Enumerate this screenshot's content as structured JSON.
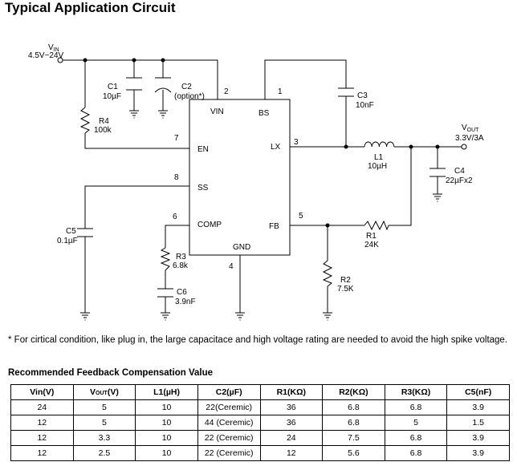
{
  "title": "Typical Application Circuit",
  "schematic": {
    "vin": {
      "label_main": "V",
      "label_sub": "IN",
      "range": "4.5V~24V"
    },
    "vout": {
      "label_main": "V",
      "label_sub": "OUT",
      "value": "3.3V/3A"
    },
    "ic": {
      "pins": {
        "vin": {
          "name": "VIN",
          "num": "2"
        },
        "bs": {
          "name": "BS",
          "num": "1"
        },
        "en": {
          "name": "EN",
          "num": "7"
        },
        "lx": {
          "name": "LX",
          "num": "3"
        },
        "ss": {
          "name": "SS",
          "num": "8"
        },
        "comp": {
          "name": "COMP",
          "num": "6"
        },
        "fb": {
          "name": "FB",
          "num": "5"
        },
        "gnd": {
          "name": "GND",
          "num": "4"
        }
      }
    },
    "c1": {
      "ref": "C1",
      "value": "10µF"
    },
    "c2": {
      "ref": "C2",
      "value": "(option*)"
    },
    "c3": {
      "ref": "C3",
      "value": "10nF"
    },
    "c4": {
      "ref": "C4",
      "value": "22µFx2"
    },
    "c5": {
      "ref": "C5",
      "value": "0.1µF"
    },
    "c6": {
      "ref": "C6",
      "value": "3.9nF"
    },
    "r1": {
      "ref": "R1",
      "value": "24K"
    },
    "r2": {
      "ref": "R2",
      "value": "7.5K"
    },
    "r3": {
      "ref": "R3",
      "value": "6.8k"
    },
    "r4": {
      "ref": "R4",
      "value": "100k"
    },
    "l1": {
      "ref": "L1",
      "value": "10µH"
    }
  },
  "note": "* For cirtical condition, like plug in, the large capacitace and high voltage rating are needed to avoid the high spike voltage.",
  "table": {
    "title": "Recommended Feedback Compensation Value",
    "headers": [
      "Vin(V)",
      "V",
      "L1(µH)",
      "C2(µF)",
      "R1(KΩ)",
      "R2(KΩ)",
      "R3(KΩ)",
      "C5(nF)"
    ],
    "vout_header": {
      "sub": "OUT",
      "suffix": "(V)"
    },
    "rows": [
      [
        "24",
        "5",
        "10",
        "22(Ceremic)",
        "36",
        "6.8",
        "6.8",
        "3.9"
      ],
      [
        "12",
        "5",
        "10",
        "44 (Ceremic)",
        "36",
        "6.8",
        "5",
        "1.5"
      ],
      [
        "12",
        "3.3",
        "10",
        "22 (Ceremic)",
        "24",
        "7.5",
        "6.8",
        "3.9"
      ],
      [
        "12",
        "2.5",
        "10",
        "22 (Ceremic)",
        "12",
        "5.6",
        "6.8",
        "3.9"
      ]
    ]
  }
}
